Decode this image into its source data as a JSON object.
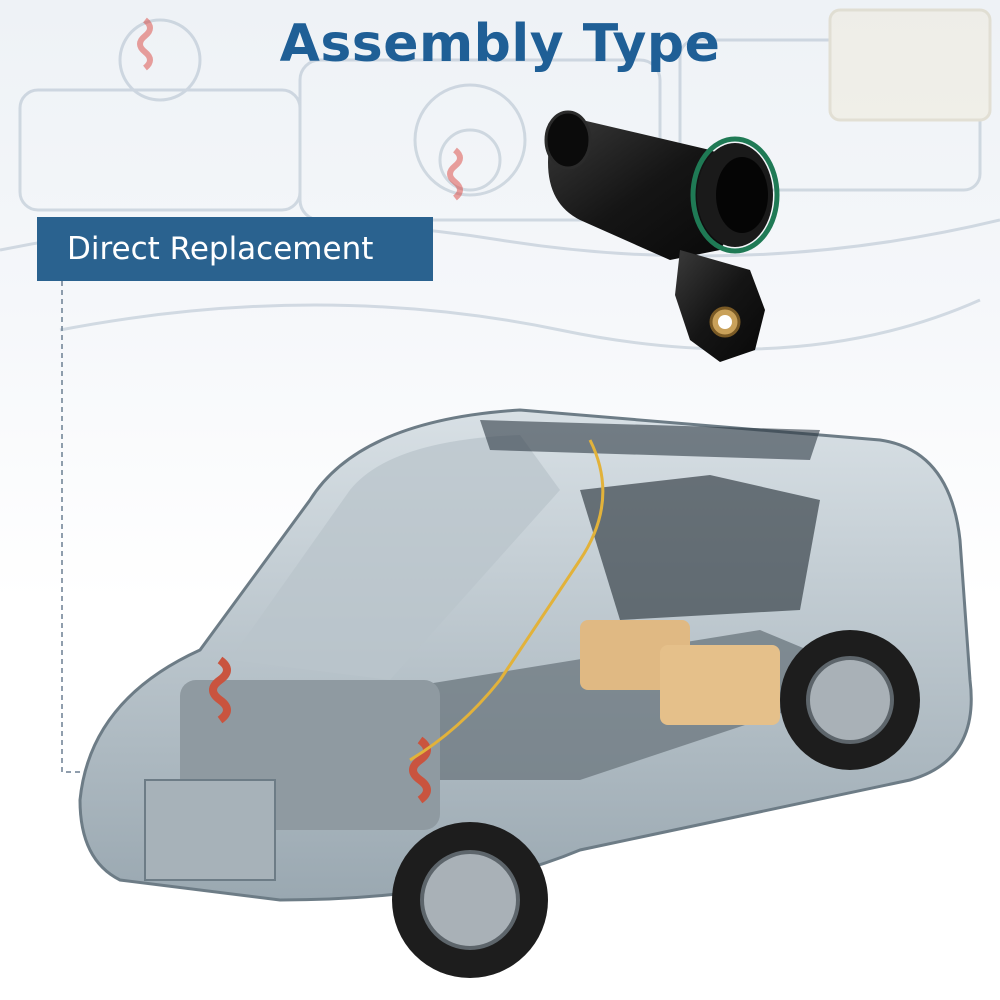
{
  "title": "Assembly Type",
  "banner": {
    "label": "Direct Replacement"
  },
  "images": {
    "background": "car-chassis-illustration",
    "part": "coolant-hose-connector-part",
    "car": "cutaway-suv-illustration"
  },
  "colors": {
    "title": "#1f5f96",
    "banner_bg": "#2a628f",
    "banner_text": "#ffffff",
    "callout": "#d9342b"
  }
}
